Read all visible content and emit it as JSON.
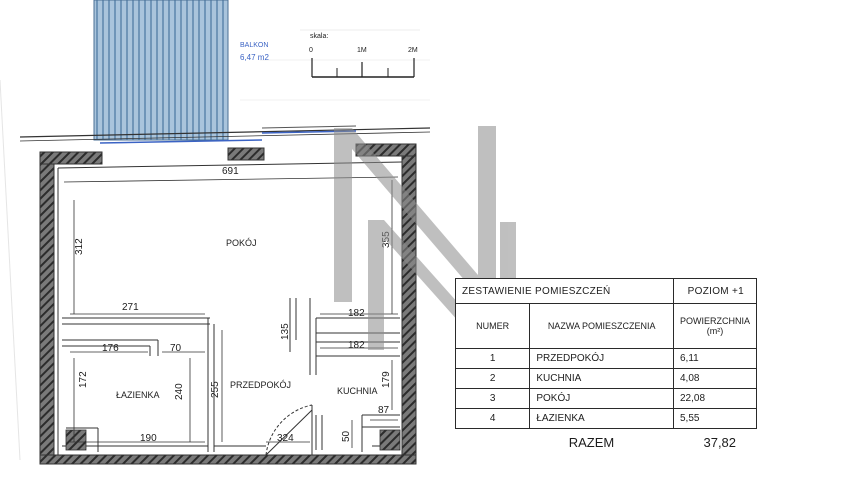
{
  "balcony": {
    "label": "BALKON",
    "area": "6,47 m2"
  },
  "scale": {
    "label": "skala:",
    "ticks": [
      "0",
      "1M",
      "2M"
    ]
  },
  "rooms": {
    "pokoj": "POKÓJ",
    "lazienka": "ŁAZIENKA",
    "przedpokoj": "PRZEDPOKÓJ",
    "kuchnia": "KUCHNIA"
  },
  "dimensions": {
    "top_width": "691",
    "left_height": "312",
    "right_height": "355",
    "d271": "271",
    "d135": "135",
    "d182_upper": "182",
    "d182_lower": "182",
    "d176": "176",
    "d70": "70",
    "d172": "172",
    "d240": "240",
    "d255": "255",
    "d179": "179",
    "d87": "87",
    "d190": "190",
    "d324": "324",
    "d50": "50"
  },
  "table": {
    "title": "ZESTAWIENIE POMIESZCZEŃ",
    "level": "POZIOM +1",
    "col_number": "NUMER",
    "col_name": "NAZWA POMIESZCZENIA",
    "col_area": "POWIERZCHNIA",
    "col_area_unit": "(m²)",
    "rows": [
      {
        "num": "1",
        "name": "PRZEDPOKÓJ",
        "area": "6,11"
      },
      {
        "num": "2",
        "name": "KUCHNIA",
        "area": "4,08"
      },
      {
        "num": "3",
        "name": "POKÓJ",
        "area": "22,08"
      },
      {
        "num": "4",
        "name": "ŁAZIENKA",
        "area": "5,55"
      }
    ],
    "total_label": "RAZEM",
    "total_value": "37,82"
  },
  "colors": {
    "wall": "#4a4a4a",
    "balcony": "#a9c4dc",
    "balcony_stripe": "#6f95b8",
    "watermark": "#8c8c8c",
    "annotation": "#3b63c4"
  }
}
